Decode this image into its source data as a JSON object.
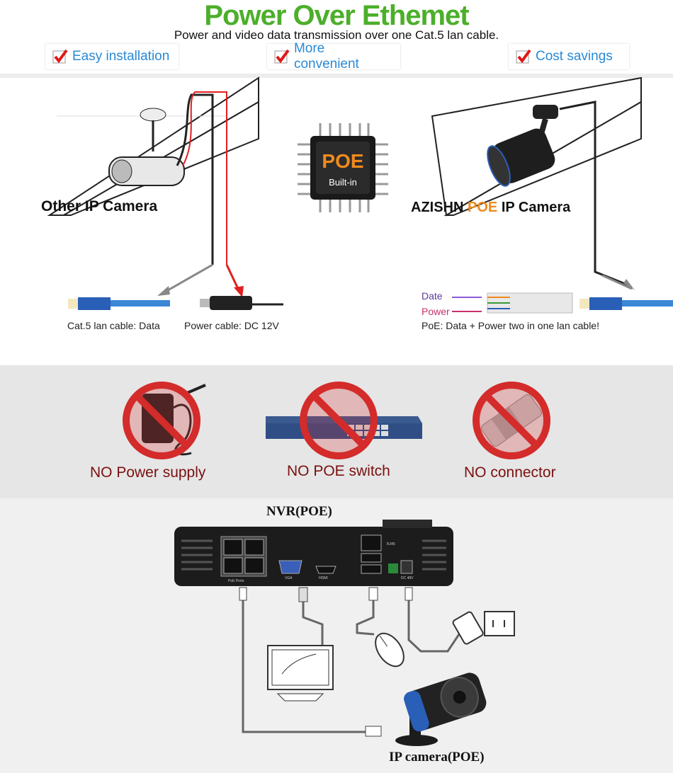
{
  "header": {
    "title": "Power Over Ethemet",
    "subtitle": "Power and video data transmission over one Cat.5 lan cable.",
    "features": [
      "Easy installation",
      "More convenient",
      "Cost savings"
    ]
  },
  "comparison": {
    "other_camera": {
      "label_a": "Other",
      "label_b": "IP Camera"
    },
    "chip": {
      "name": "POE",
      "sub": "Built-in"
    },
    "azishn_camera": {
      "brand": "AZISHN",
      "poe": "POE",
      "rest": "IP Camera"
    },
    "cables": {
      "lan": "Cat.5 lan cable: Data",
      "power": "Power cable: DC 12V",
      "poe_date": "Date",
      "poe_power": "Power",
      "poe_caption": "PoE: Data + Power two in one lan cable!"
    }
  },
  "no_items": [
    "NO Power supply",
    "NO POE switch",
    "NO connector"
  ],
  "diagram": {
    "nvr_label": "NVR(POE)",
    "camera_label": "IP camera(POE)",
    "port_labels": {
      "poe": "PoE Ports",
      "vga": "VGA",
      "hdmi": "HDMI",
      "rj45": "RJ45",
      "dc": "DC 48V"
    }
  },
  "colors": {
    "title_green": "#4caf2a",
    "check_red": "#e01818",
    "feature_blue": "#2a8ad6",
    "poe_orange": "#f08a1c",
    "no_red": "#d42b2b",
    "no_text": "#7a1010"
  }
}
